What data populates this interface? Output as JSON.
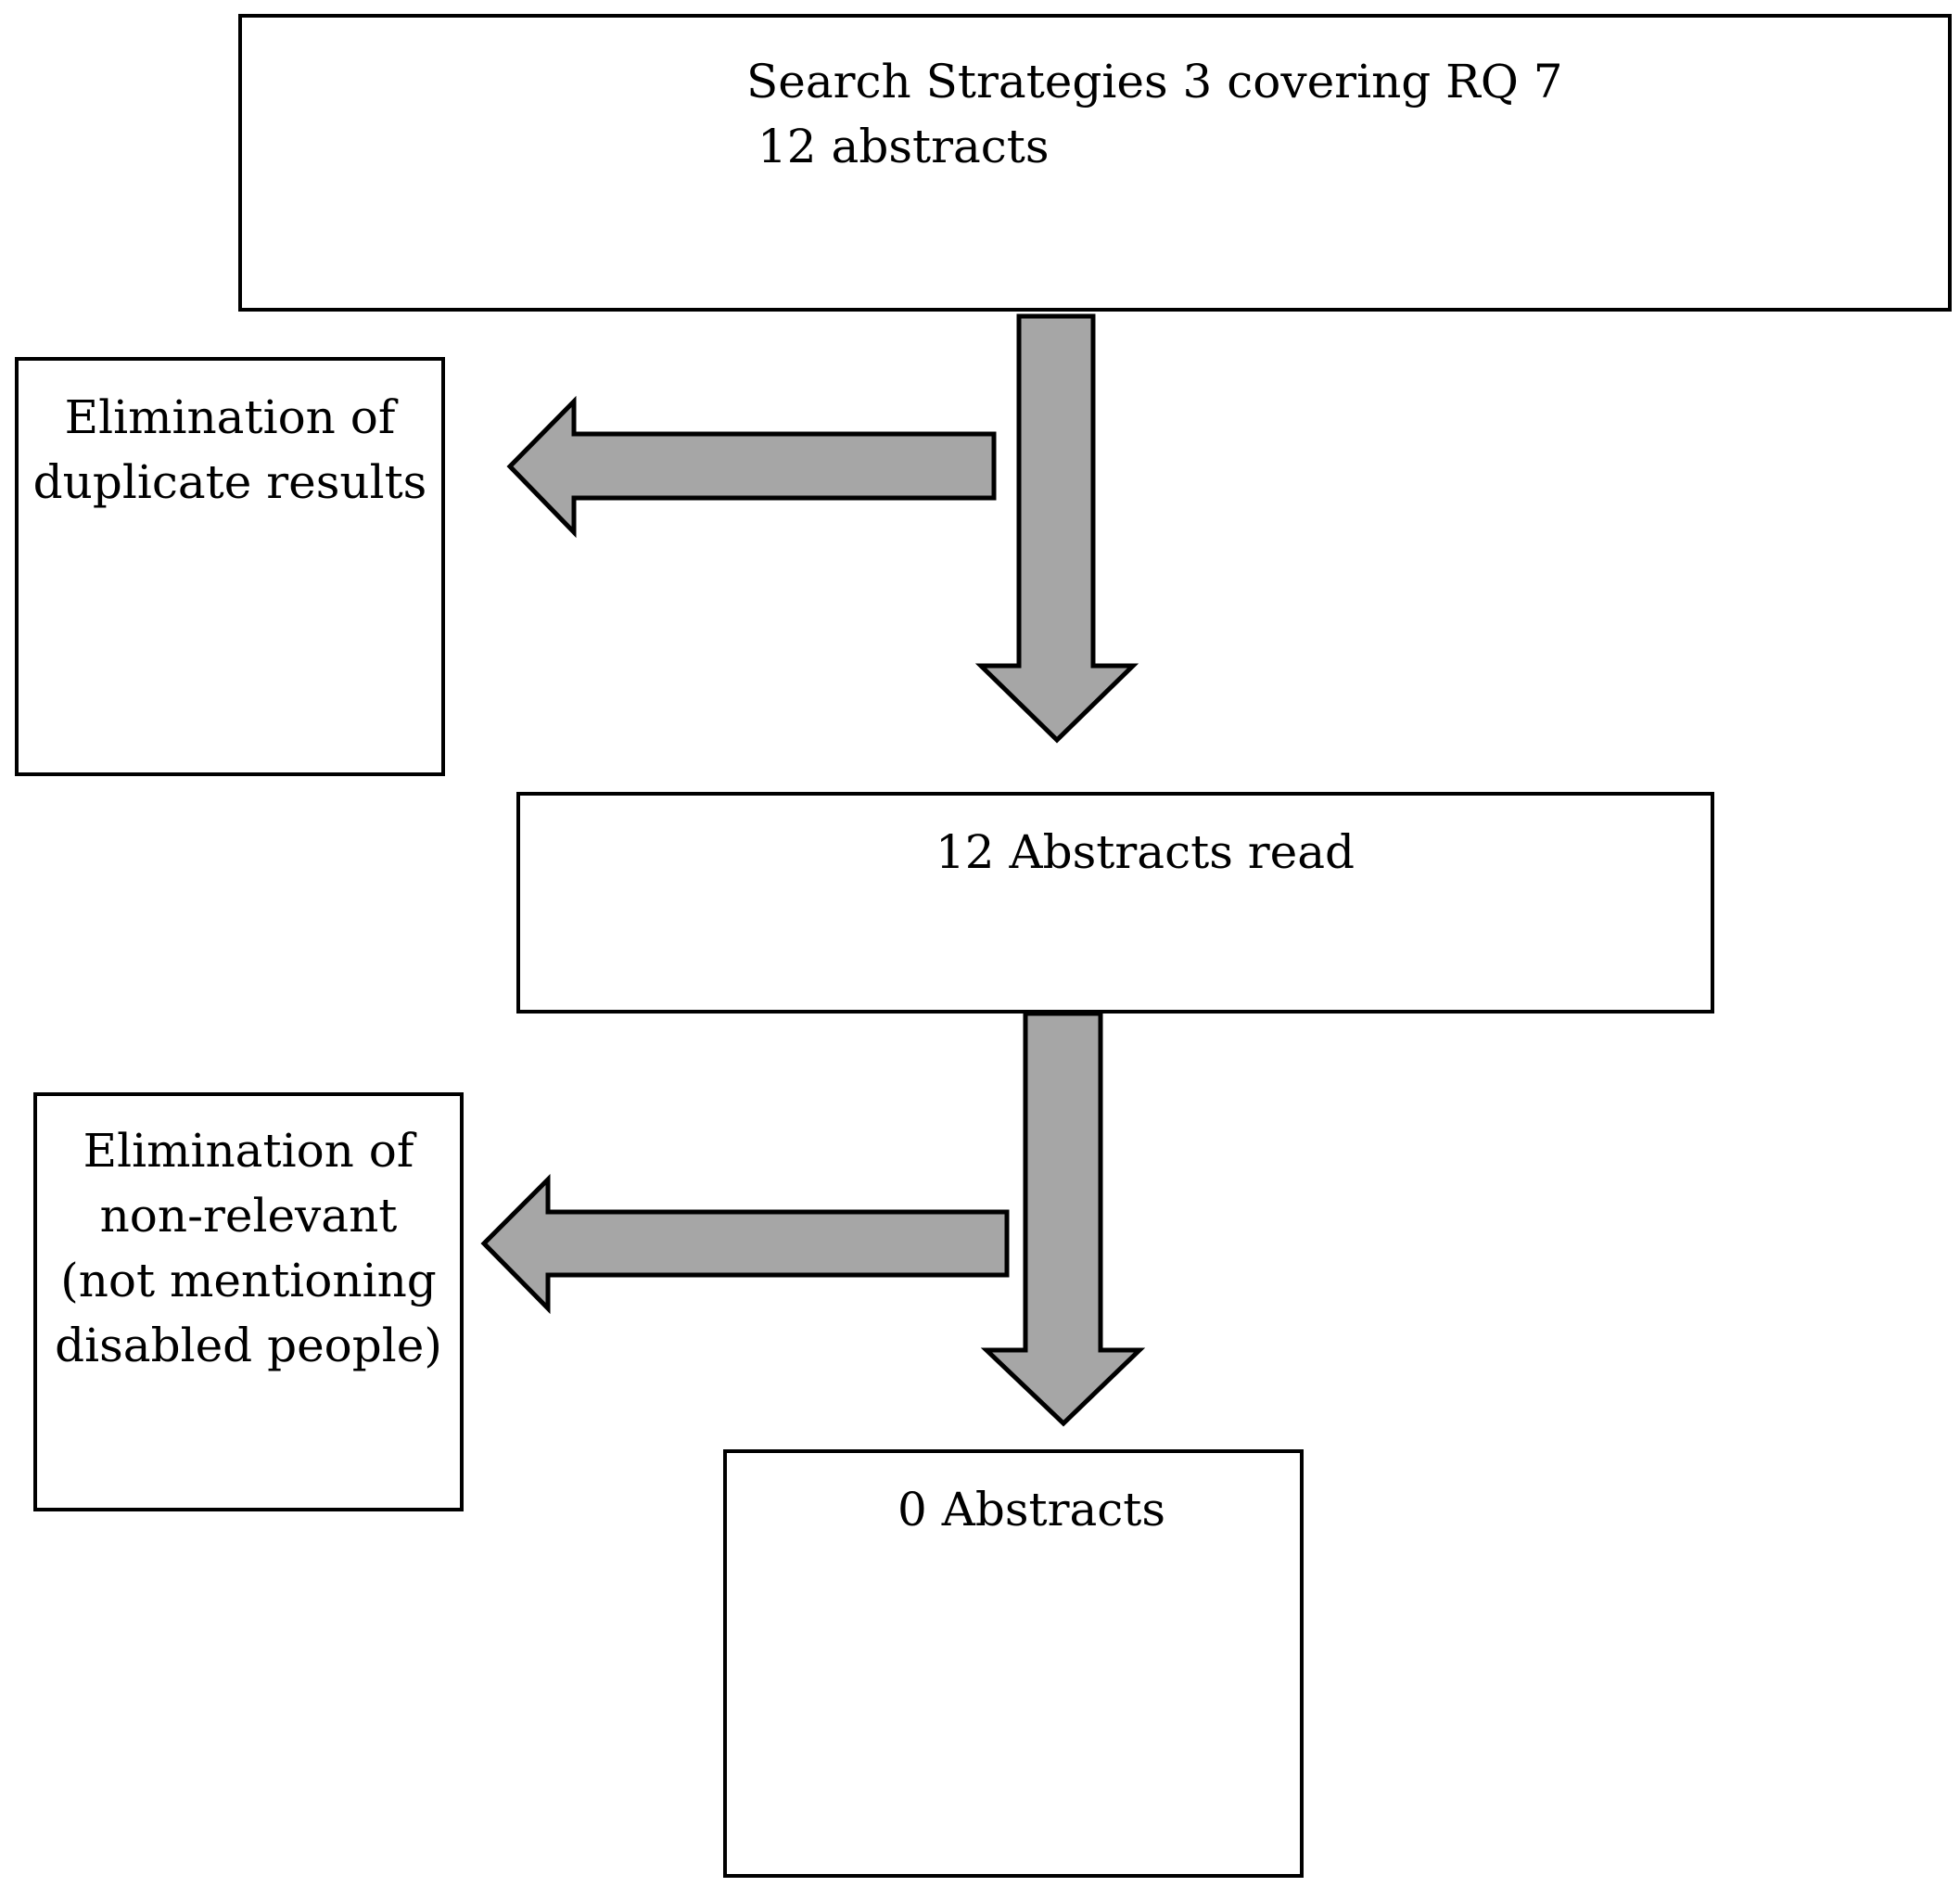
{
  "top_box": {
    "line1": "Search Strategies 3 covering RQ 7",
    "line2": "12 abstracts"
  },
  "elim_duplicates": {
    "line1": "Elimination of",
    "line2": "duplicate results"
  },
  "abstracts_read": {
    "line1": "12 Abstracts read"
  },
  "elim_nonrelevant": {
    "line1": "Elimination of",
    "line2": "non-relevant",
    "line3": "(not mentioning",
    "line4": "disabled people)"
  },
  "final_box": {
    "line1": "0 Abstracts"
  }
}
